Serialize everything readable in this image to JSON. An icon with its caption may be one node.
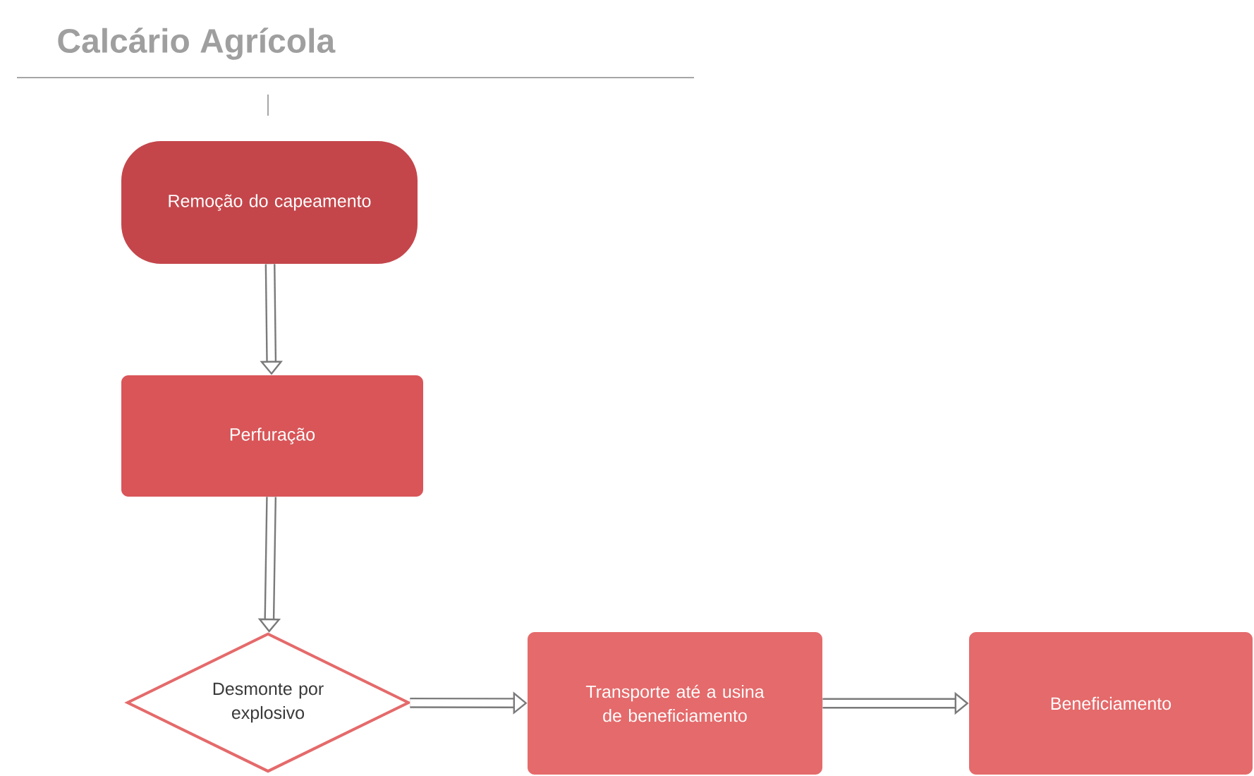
{
  "diagram": {
    "title": "Calcário Agrícola",
    "nodes": [
      {
        "text": [
          "Remoção do capeamento"
        ]
      },
      {
        "text": [
          "Perfuração"
        ]
      },
      {
        "text": [
          "Desmonte por explosivo"
        ]
      },
      {
        "text": [
          "Transporte até a usina de beneficiamento"
        ]
      },
      {
        "text": [
          "Beneficiamento"
        ]
      }
    ],
    "edges": [
      {
        "from": 0,
        "to": 1,
        "arrow": "to"
      },
      {
        "from": 1,
        "to": 2,
        "arrow": "to"
      },
      {
        "from": 2,
        "to": 3,
        "arrow": "to"
      },
      {
        "from": 3,
        "to": 4,
        "arrow": "to"
      }
    ]
  }
}
